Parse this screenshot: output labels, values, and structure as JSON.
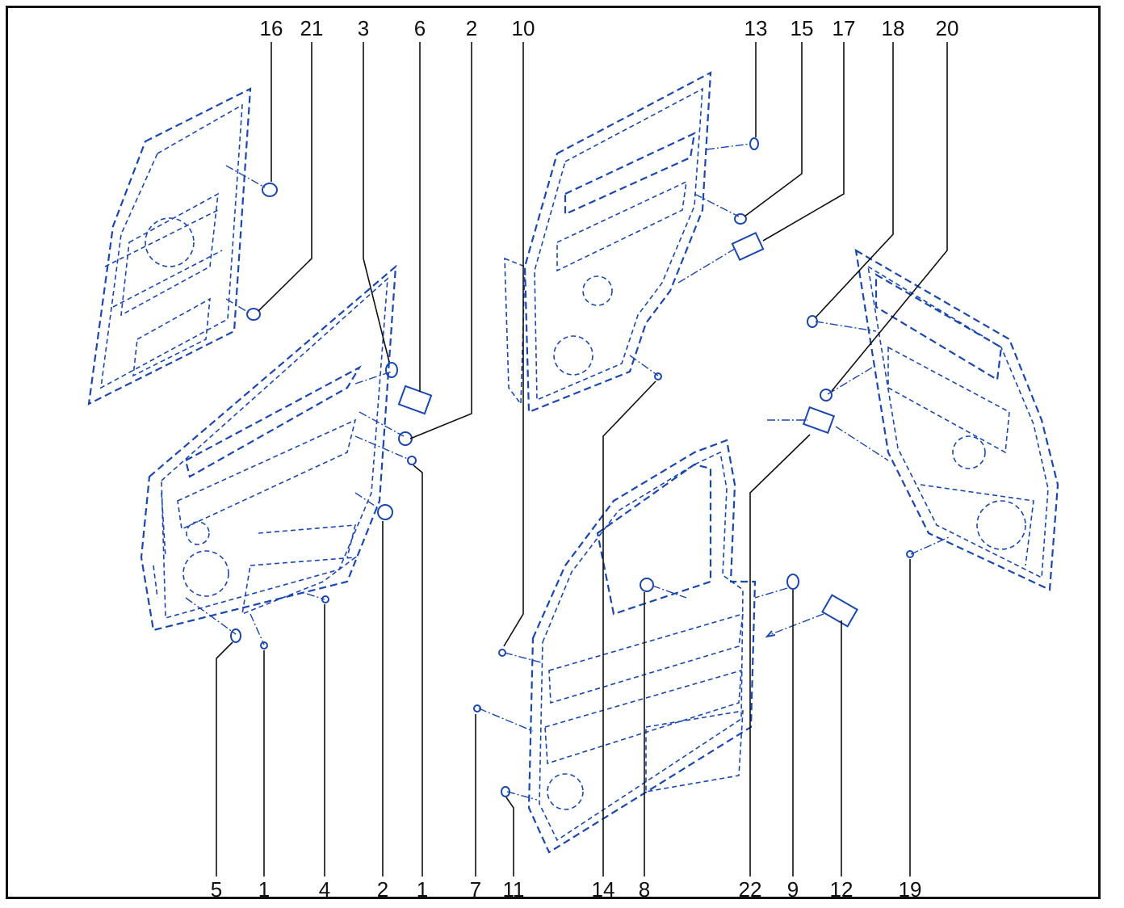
{
  "diagram": {
    "callouts_top": [
      {
        "id": "c16",
        "text": "16"
      },
      {
        "id": "c21",
        "text": "21"
      },
      {
        "id": "c3",
        "text": "3"
      },
      {
        "id": "c6",
        "text": "6"
      },
      {
        "id": "c2a",
        "text": "2"
      },
      {
        "id": "c10",
        "text": "10"
      },
      {
        "id": "c13",
        "text": "13"
      },
      {
        "id": "c15",
        "text": "15"
      },
      {
        "id": "c17",
        "text": "17"
      },
      {
        "id": "c18",
        "text": "18"
      },
      {
        "id": "c20",
        "text": "20"
      }
    ],
    "callouts_bottom": [
      {
        "id": "c5",
        "text": "5"
      },
      {
        "id": "c1a",
        "text": "1"
      },
      {
        "id": "c4",
        "text": "4"
      },
      {
        "id": "c2b",
        "text": "2"
      },
      {
        "id": "c1b",
        "text": "1"
      },
      {
        "id": "c7",
        "text": "7"
      },
      {
        "id": "c11",
        "text": "11"
      },
      {
        "id": "c14",
        "text": "14"
      },
      {
        "id": "c8",
        "text": "8"
      },
      {
        "id": "c22",
        "text": "22"
      },
      {
        "id": "c9",
        "text": "9"
      },
      {
        "id": "c12",
        "text": "12"
      },
      {
        "id": "c19",
        "text": "19"
      }
    ],
    "line_color": "#1a47b0",
    "leader_color": "#111111"
  }
}
